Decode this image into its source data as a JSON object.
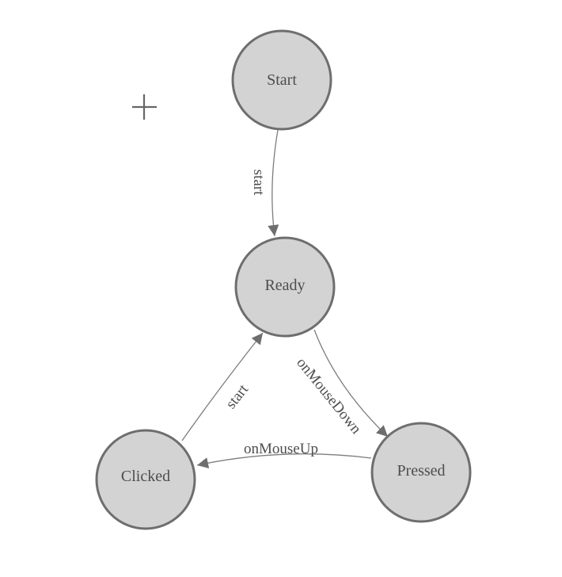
{
  "canvas": {
    "background_color": "#ffffff",
    "node_fill_color": "#d3d3d3",
    "node_stroke_color": "#6e6e6e",
    "edge_line_color": "#7d7d7d",
    "arrowhead_color": "#6e6e6e",
    "label_color": "#4d4d4d",
    "crosshair_color": "#666666"
  },
  "diagram": {
    "type": "state-machine",
    "nodes": [
      {
        "id": "start",
        "label": "Start"
      },
      {
        "id": "ready",
        "label": "Ready"
      },
      {
        "id": "pressed",
        "label": "Pressed"
      },
      {
        "id": "clicked",
        "label": "Clicked"
      }
    ],
    "edges": [
      {
        "from": "start",
        "to": "ready",
        "label": "start"
      },
      {
        "from": "ready",
        "to": "pressed",
        "label": "onMouseDown"
      },
      {
        "from": "pressed",
        "to": "clicked",
        "label": "onMouseUp"
      },
      {
        "from": "clicked",
        "to": "ready",
        "label": "start"
      }
    ]
  },
  "cursor": {
    "type": "crosshair"
  }
}
